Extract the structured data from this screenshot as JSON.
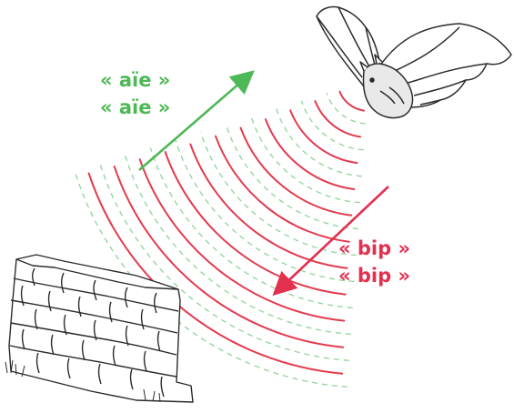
{
  "colors": {
    "emitted_wave": "#e33b4e",
    "echo_wave": "#8fd39a",
    "echo_arrow": "#4db855",
    "emit_arrow": "#e3304f",
    "ink": "#2b2b2b"
  },
  "labels": {
    "echo": {
      "line1": "« aïe »",
      "line2": "« aïe »"
    },
    "emit": {
      "line1": "« bip »",
      "line2": "« bip »"
    }
  },
  "icons": {
    "bat": "bat-icon",
    "wall": "stone-wall-icon"
  }
}
